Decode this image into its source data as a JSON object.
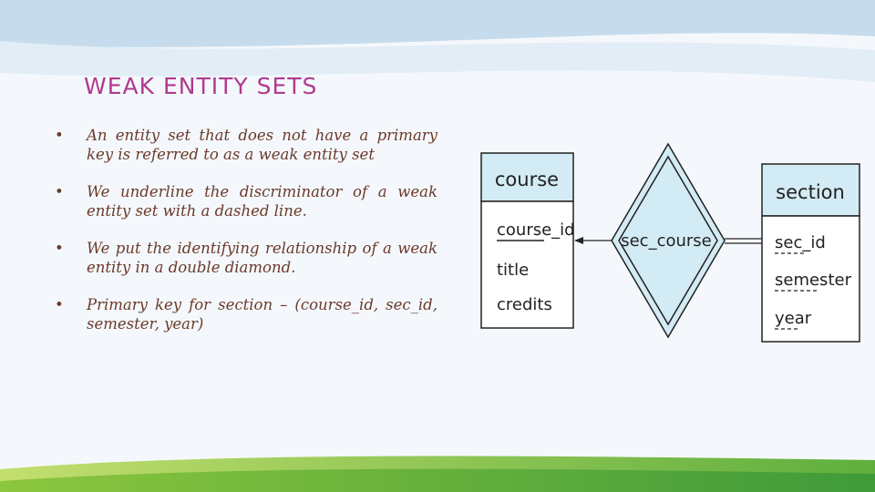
{
  "slide": {
    "title": "WEAK ENTITY SETS",
    "bullets": [
      {
        "text": "An entity set that does not have a primary key is referred to as a weak entity set"
      },
      {
        "text": "We underline the discriminator of a weak entity set with a dashed line."
      },
      {
        "text": "We put the identifying relationship of a weak entity in a double diamond."
      },
      {
        "text_parts": [
          "Primary key for ",
          "section",
          " – (",
          "course_id, sec_id, semester, year",
          ")"
        ]
      }
    ]
  },
  "diagram": {
    "entity_left": {
      "name": "course",
      "attributes": [
        "course_id",
        "title",
        "credits"
      ],
      "primary_key": "course_id"
    },
    "relationship": {
      "name": "sec_course"
    },
    "entity_right": {
      "name": "section",
      "attributes": [
        "sec_id",
        "semester",
        "year"
      ],
      "discriminator": [
        "sec_id",
        "semester",
        "year"
      ]
    }
  },
  "colors": {
    "title": "#b03a8c",
    "text": "#6b3a2a",
    "entity_header": "#d3ebf4",
    "diagram_line": "#222222"
  }
}
